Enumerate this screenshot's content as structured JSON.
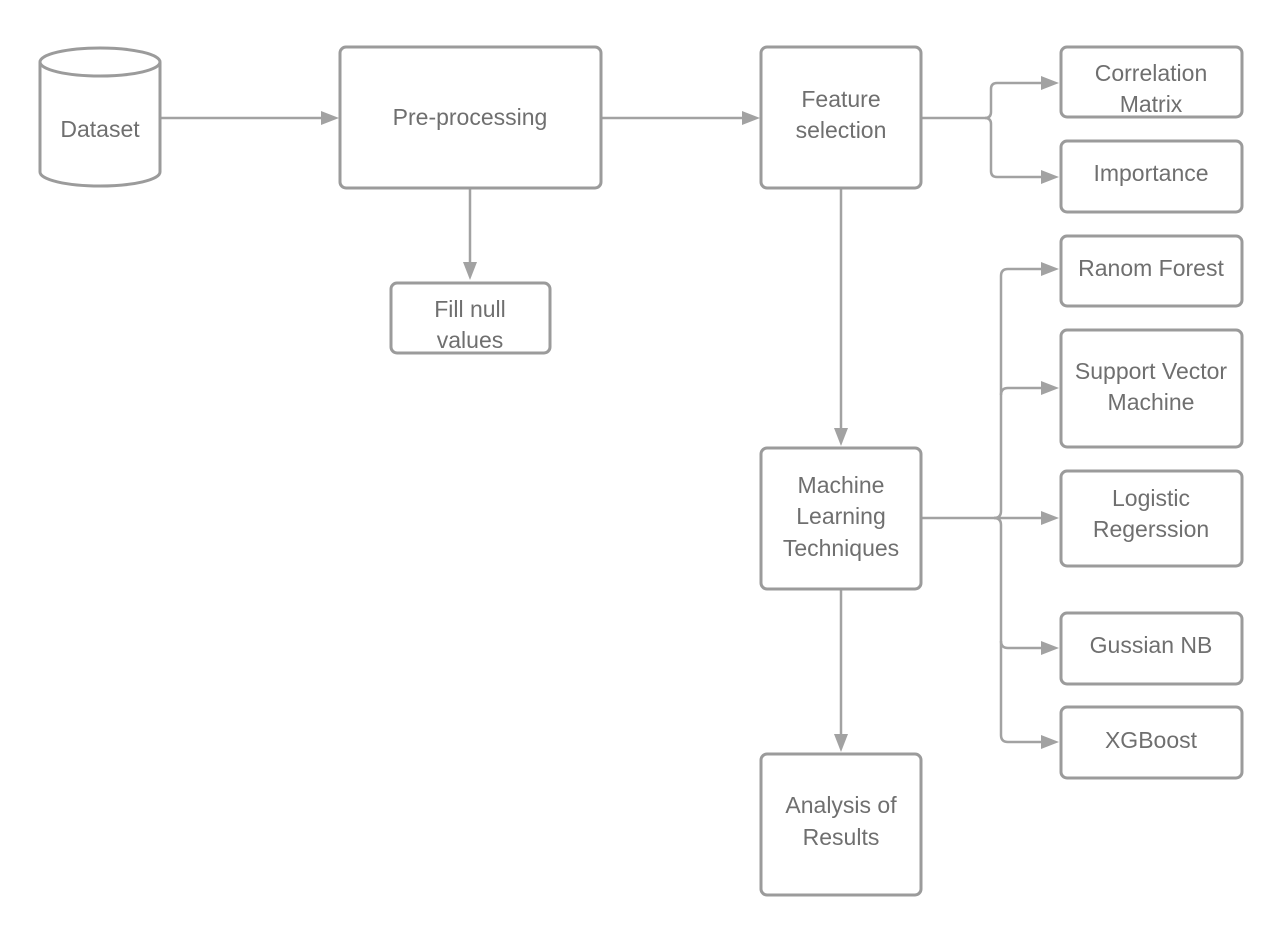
{
  "diagram": {
    "style": {
      "stroke_color": "#9b9b9b",
      "text_color": "#6f6f6f",
      "edge_color": "#a2a2a2",
      "background": "#ffffff"
    },
    "nodes": {
      "dataset": {
        "lines": [
          "Dataset"
        ],
        "shape": "cylinder"
      },
      "preprocessing": {
        "lines": [
          "Pre-processing"
        ]
      },
      "fill_null": {
        "lines": [
          "Fill null",
          "values"
        ]
      },
      "feature_selection": {
        "lines": [
          "Feature",
          "selection"
        ]
      },
      "correlation_matrix": {
        "lines": [
          "Correlation",
          "Matrix"
        ]
      },
      "importance": {
        "lines": [
          "Importance"
        ]
      },
      "ml_techniques": {
        "lines": [
          "Machine",
          "Learning",
          "Techniques"
        ]
      },
      "random_forest": {
        "lines": [
          "Ranom Forest"
        ]
      },
      "svm": {
        "lines": [
          "Support Vector",
          "Machine"
        ]
      },
      "logistic_regression": {
        "lines": [
          "Logistic",
          "Regerssion"
        ]
      },
      "gaussian_nb": {
        "lines": [
          "Gussian NB"
        ]
      },
      "xgboost": {
        "lines": [
          "XGBoost"
        ]
      },
      "analysis": {
        "lines": [
          "Analysis of",
          "Results"
        ]
      }
    },
    "edges": [
      {
        "from": "dataset",
        "to": "preprocessing"
      },
      {
        "from": "preprocessing",
        "to": "feature_selection"
      },
      {
        "from": "preprocessing",
        "to": "fill_null"
      },
      {
        "from": "feature_selection",
        "to": "correlation_matrix"
      },
      {
        "from": "feature_selection",
        "to": "importance"
      },
      {
        "from": "feature_selection",
        "to": "ml_techniques"
      },
      {
        "from": "ml_techniques",
        "to": "random_forest"
      },
      {
        "from": "ml_techniques",
        "to": "svm"
      },
      {
        "from": "ml_techniques",
        "to": "logistic_regression"
      },
      {
        "from": "ml_techniques",
        "to": "gaussian_nb"
      },
      {
        "from": "ml_techniques",
        "to": "xgboost"
      },
      {
        "from": "ml_techniques",
        "to": "analysis"
      }
    ]
  }
}
